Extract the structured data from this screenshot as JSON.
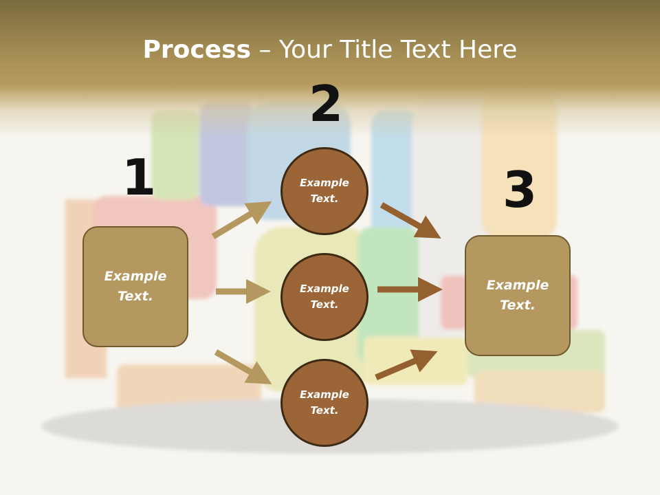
{
  "title": {
    "bold": "Process",
    "rest": " – Your Title Text Here"
  },
  "steps": [
    {
      "number": "1",
      "label": "Example Text."
    },
    {
      "number": "2",
      "labels": [
        "Example Text.",
        "Example Text.",
        "Example Text."
      ]
    },
    {
      "number": "3",
      "label": "Example Text."
    }
  ],
  "colors": {
    "header": "#a58e54",
    "box_fill": "#b49860",
    "circle_fill": "#9b6537",
    "arrow_left": "#b49860",
    "arrow_right": "#95602f"
  }
}
